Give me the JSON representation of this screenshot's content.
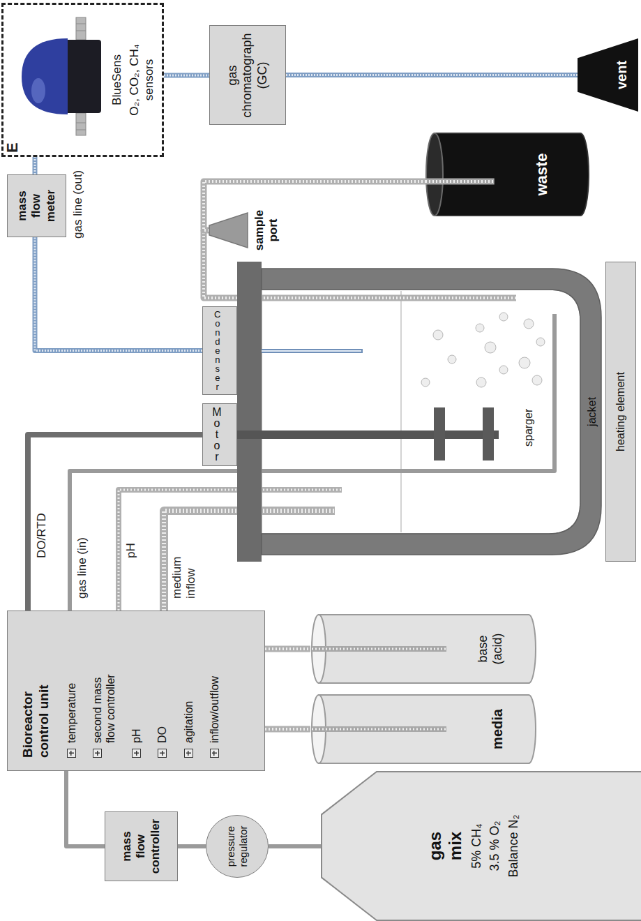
{
  "diagram": {
    "nodes": [
      {
        "text": [
          "Bioreactor control unit",
          "temperature",
          "second mass flow controller",
          "pH",
          "DO",
          "agitation",
          "inflow/outflow"
        ]
      },
      {
        "text": [
          "mass flow controller"
        ]
      },
      {
        "text": [
          "pressure regulator"
        ]
      },
      {
        "text": [
          "gas mix",
          "5% CH₄",
          "3.5 % O₂",
          "Balance N₂"
        ]
      },
      {
        "text": [
          "media"
        ]
      },
      {
        "text": [
          "base (acid)"
        ]
      },
      {
        "text": [
          "Motor"
        ]
      },
      {
        "text": [
          "Condenser"
        ]
      },
      {
        "text": [
          "jacket"
        ]
      },
      {
        "text": [
          "heating element"
        ]
      },
      {
        "text": [
          "mass flow meter"
        ]
      },
      {
        "text": [
          "BlueSens",
          "O₂, CO₂, CH₄ sensors"
        ]
      },
      {
        "text": [
          "gas chromatograph (GC)"
        ]
      },
      {
        "text": [
          "vent"
        ]
      },
      {
        "text": [
          "sample port"
        ]
      },
      {
        "text": [
          "waste"
        ]
      }
    ],
    "edges": [
      {
        "from": 3,
        "to": 2,
        "arrow": "none"
      },
      {
        "from": 2,
        "to": 1,
        "arrow": "none"
      },
      {
        "from": 1,
        "to": 0,
        "arrow": "none"
      },
      {
        "from": 0,
        "to": 4,
        "arrow": "none"
      },
      {
        "from": 0,
        "to": 5,
        "arrow": "none"
      },
      {
        "from": 0,
        "to": 6,
        "label": "DO/RTD",
        "arrow": "none"
      },
      {
        "from": 7,
        "to": 10,
        "label": "gas line (out)",
        "arrow": "none"
      },
      {
        "from": 10,
        "to": 11,
        "arrow": "none"
      },
      {
        "from": 11,
        "to": 12,
        "arrow": "none"
      },
      {
        "from": 12,
        "to": 13,
        "arrow": "none"
      },
      {
        "from": 14,
        "to": 15,
        "arrow": "none"
      }
    ],
    "labels": [
      "E",
      "gas line (in)",
      "pH",
      "medium inflow",
      "sparger"
    ]
  }
}
